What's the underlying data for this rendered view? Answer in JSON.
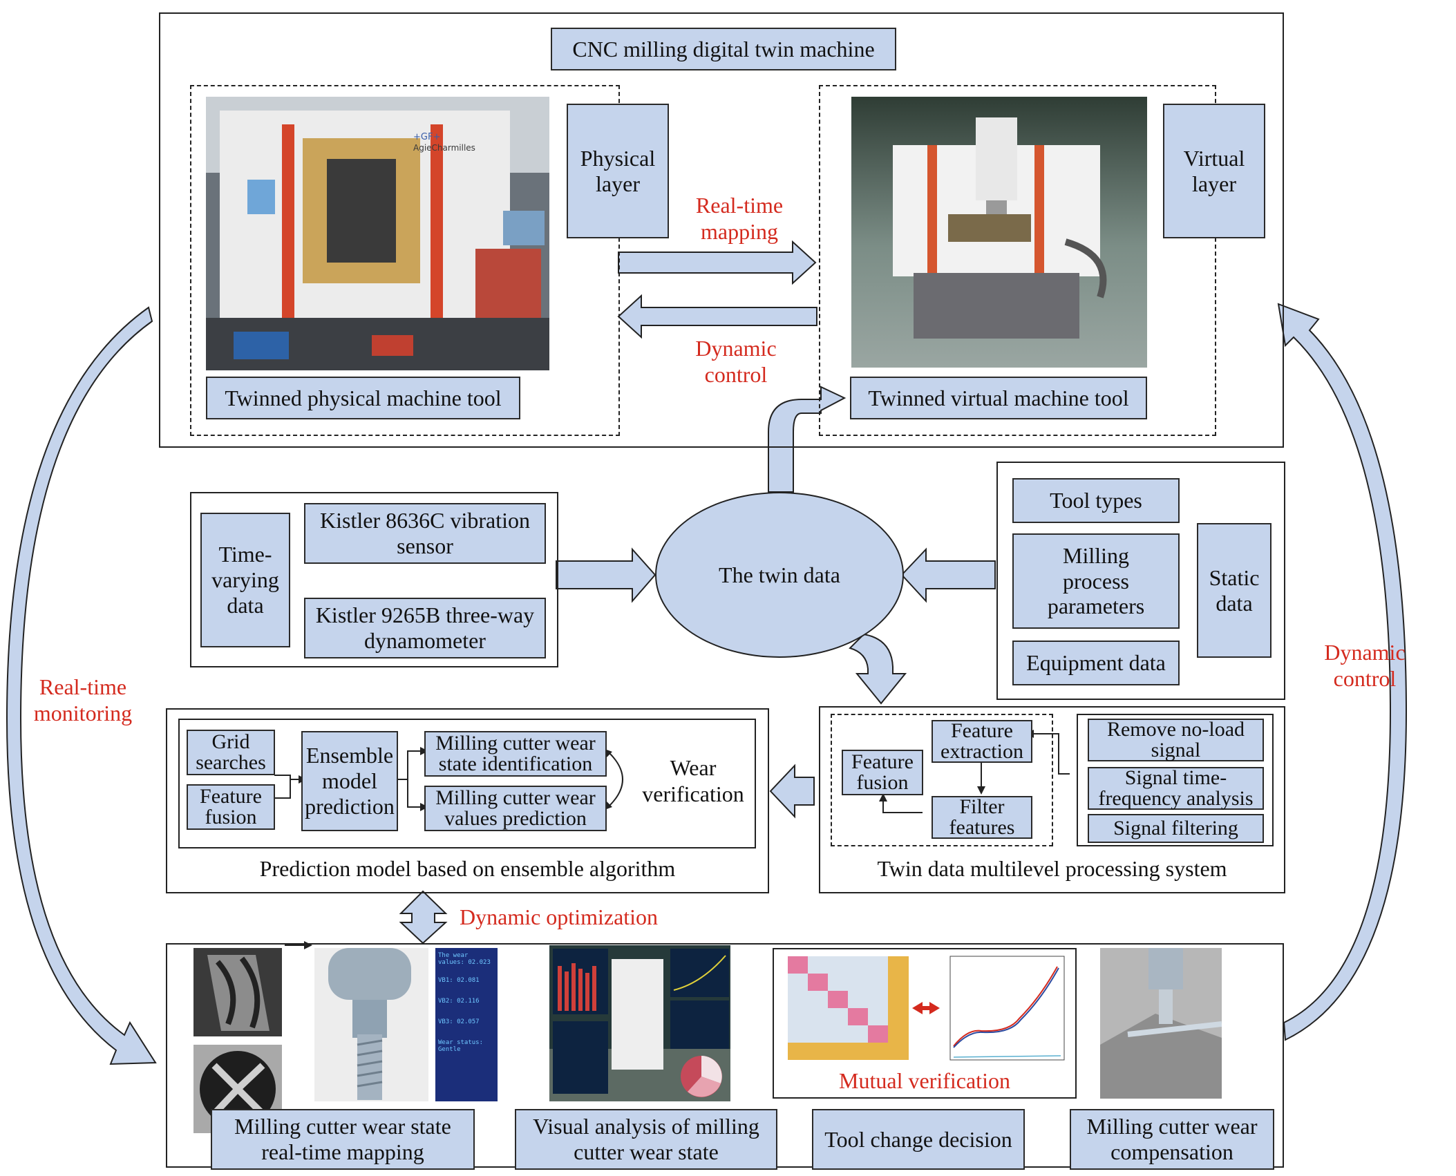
{
  "colors": {
    "box_fill": "#c5d4ec",
    "arrow_fill": "#c5d4ec",
    "accent_red": "#d42a1e",
    "stroke": "#222222"
  },
  "top": {
    "title": "CNC milling digital twin machine",
    "physical_layer": "Physical\nlayer",
    "virtual_layer": "Virtual\nlayer",
    "physical_tool": "Twinned physical machine tool",
    "virtual_tool": "Twinned virtual machine tool",
    "realtime_mapping": "Real-time\nmapping",
    "dynamic_control": "Dynamic\ncontrol",
    "machine_brand": "+GF+\nAgieCharmilles"
  },
  "twin": {
    "center": "The twin data"
  },
  "sensors": {
    "time_varying": "Time-\nvarying\ndata",
    "vibration": "Kistler 8636C vibration\nsensor",
    "dynamometer": "Kistler 9265B three-way\ndynamometer"
  },
  "static": {
    "tool_types": "Tool types",
    "process": "Milling\nprocess\nparameters",
    "equipment": "Equipment data",
    "label": "Static\ndata"
  },
  "prediction": {
    "grid": "Grid\nsearches",
    "fusion": "Feature\nfusion",
    "ensemble": "Ensemble\nmodel\nprediction",
    "state": "Milling cutter wear\nstate identification",
    "values": "Milling cutter wear\nvalues prediction",
    "verification": "Wear\nverification",
    "caption": "Prediction model based on ensemble algorithm"
  },
  "processing": {
    "feature_fusion": "Feature\nfusion",
    "feature_extraction": "Feature\nextraction",
    "filter": "Filter\nfeatures",
    "remove": "Remove no-load\nsignal",
    "time_freq": "Signal time-\nfrequency analysis",
    "filtering": "Signal filtering",
    "caption": "Twin data multilevel processing system"
  },
  "dynamic_optimization": "Dynamic optimization",
  "side": {
    "left": "Real-time\nmonitoring",
    "right": "Dynamic\ncontrol"
  },
  "bottom": {
    "mapping": "Milling cutter wear state\nreal-time mapping",
    "visual": "Visual analysis of milling\ncutter wear state",
    "tool_change": "Tool change decision",
    "compensation": "Milling cutter wear\ncompensation",
    "mutual": "Mutual verification",
    "wear_panel": [
      "The wear values: 02.023",
      "VB1: 02.081",
      "VB2: 02.116",
      "VB3: 02.057",
      "Wear status: Gentle"
    ]
  }
}
